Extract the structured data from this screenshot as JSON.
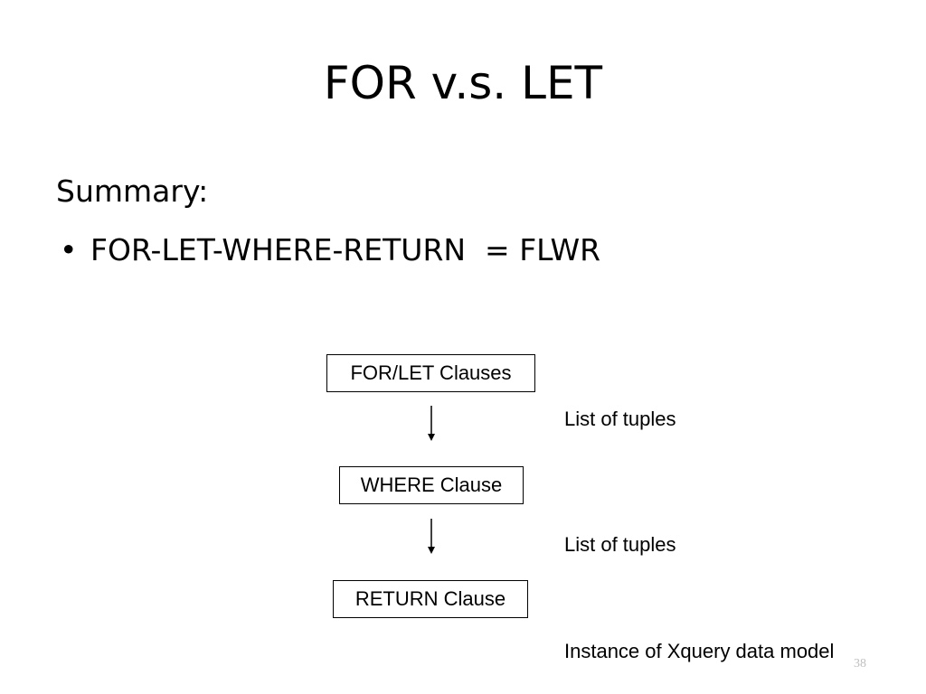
{
  "slide": {
    "title": "FOR v.s. LET",
    "heading": "Summary:",
    "bullet_marker": "•",
    "bullet_text": "FOR-LET-WHERE-RETURN  = FLWR",
    "slide_number": "38"
  },
  "diagram": {
    "boxes": {
      "for_let": "FOR/LET Clauses",
      "where": "WHERE Clause",
      "return": "RETURN Clause"
    },
    "notes": {
      "after_for_let": "List of tuples",
      "after_where": "List of tuples",
      "after_return": "Instance of Xquery data model"
    }
  }
}
